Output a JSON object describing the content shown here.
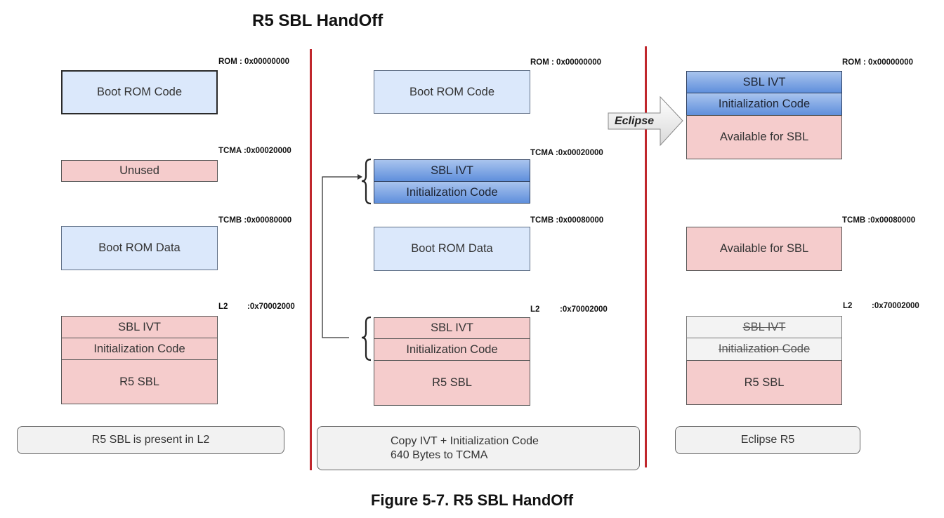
{
  "title": "R5 SBL HandOff",
  "caption": "Figure 5-7. R5 SBL HandOff",
  "colors": {
    "divider": "#c0272d",
    "blue_light": "#dbe8fb",
    "pink": "#f5cccc",
    "blue_dark": "#5f8fdc",
    "grey": "#f3f3f3"
  },
  "col1": {
    "addr_rom": "ROM : 0x00000000",
    "addr_tcma": "TCMA :0x00020000",
    "addr_tcmb": "TCMB :0x00080000",
    "addr_l2_a": "L2",
    "addr_l2_b": ":0x70002000",
    "boot_rom_code": "Boot ROM Code",
    "unused": "Unused",
    "boot_rom_data": "Boot ROM Data",
    "sbl_ivt": "SBL IVT",
    "init_code": "Initialization Code",
    "r5_sbl": "R5 SBL",
    "note": "R5 SBL is present in L2"
  },
  "col2": {
    "addr_rom": "ROM : 0x00000000",
    "addr_tcma": "TCMA :0x00020000",
    "addr_tcmb": "TCMB :0x00080000",
    "addr_l2_a": "L2",
    "addr_l2_b": ":0x70002000",
    "boot_rom_code": "Boot ROM Code",
    "tcma_sbl_ivt": "SBL IVT",
    "tcma_init_code": "Initialization Code",
    "boot_rom_data": "Boot ROM Data",
    "sbl_ivt": "SBL IVT",
    "init_code": "Initialization Code",
    "r5_sbl": "R5 SBL",
    "note_line1": "Copy IVT + Initialization Code",
    "note_line2": "640 Bytes to TCMA"
  },
  "arrow_label": "Eclipse",
  "col3": {
    "addr_rom": "ROM : 0x00000000",
    "addr_tcmb": "TCMB :0x00080000",
    "addr_l2_a": "L2",
    "addr_l2_b": ":0x70002000",
    "rom_sbl_ivt": "SBL IVT",
    "rom_init_code": "Initialization Code",
    "rom_available": "Available for SBL",
    "tcmb_available": "Available for SBL",
    "sbl_ivt": "SBL IVT",
    "init_code": "Initialization Code",
    "r5_sbl": "R5 SBL",
    "note": "Eclipse R5"
  }
}
